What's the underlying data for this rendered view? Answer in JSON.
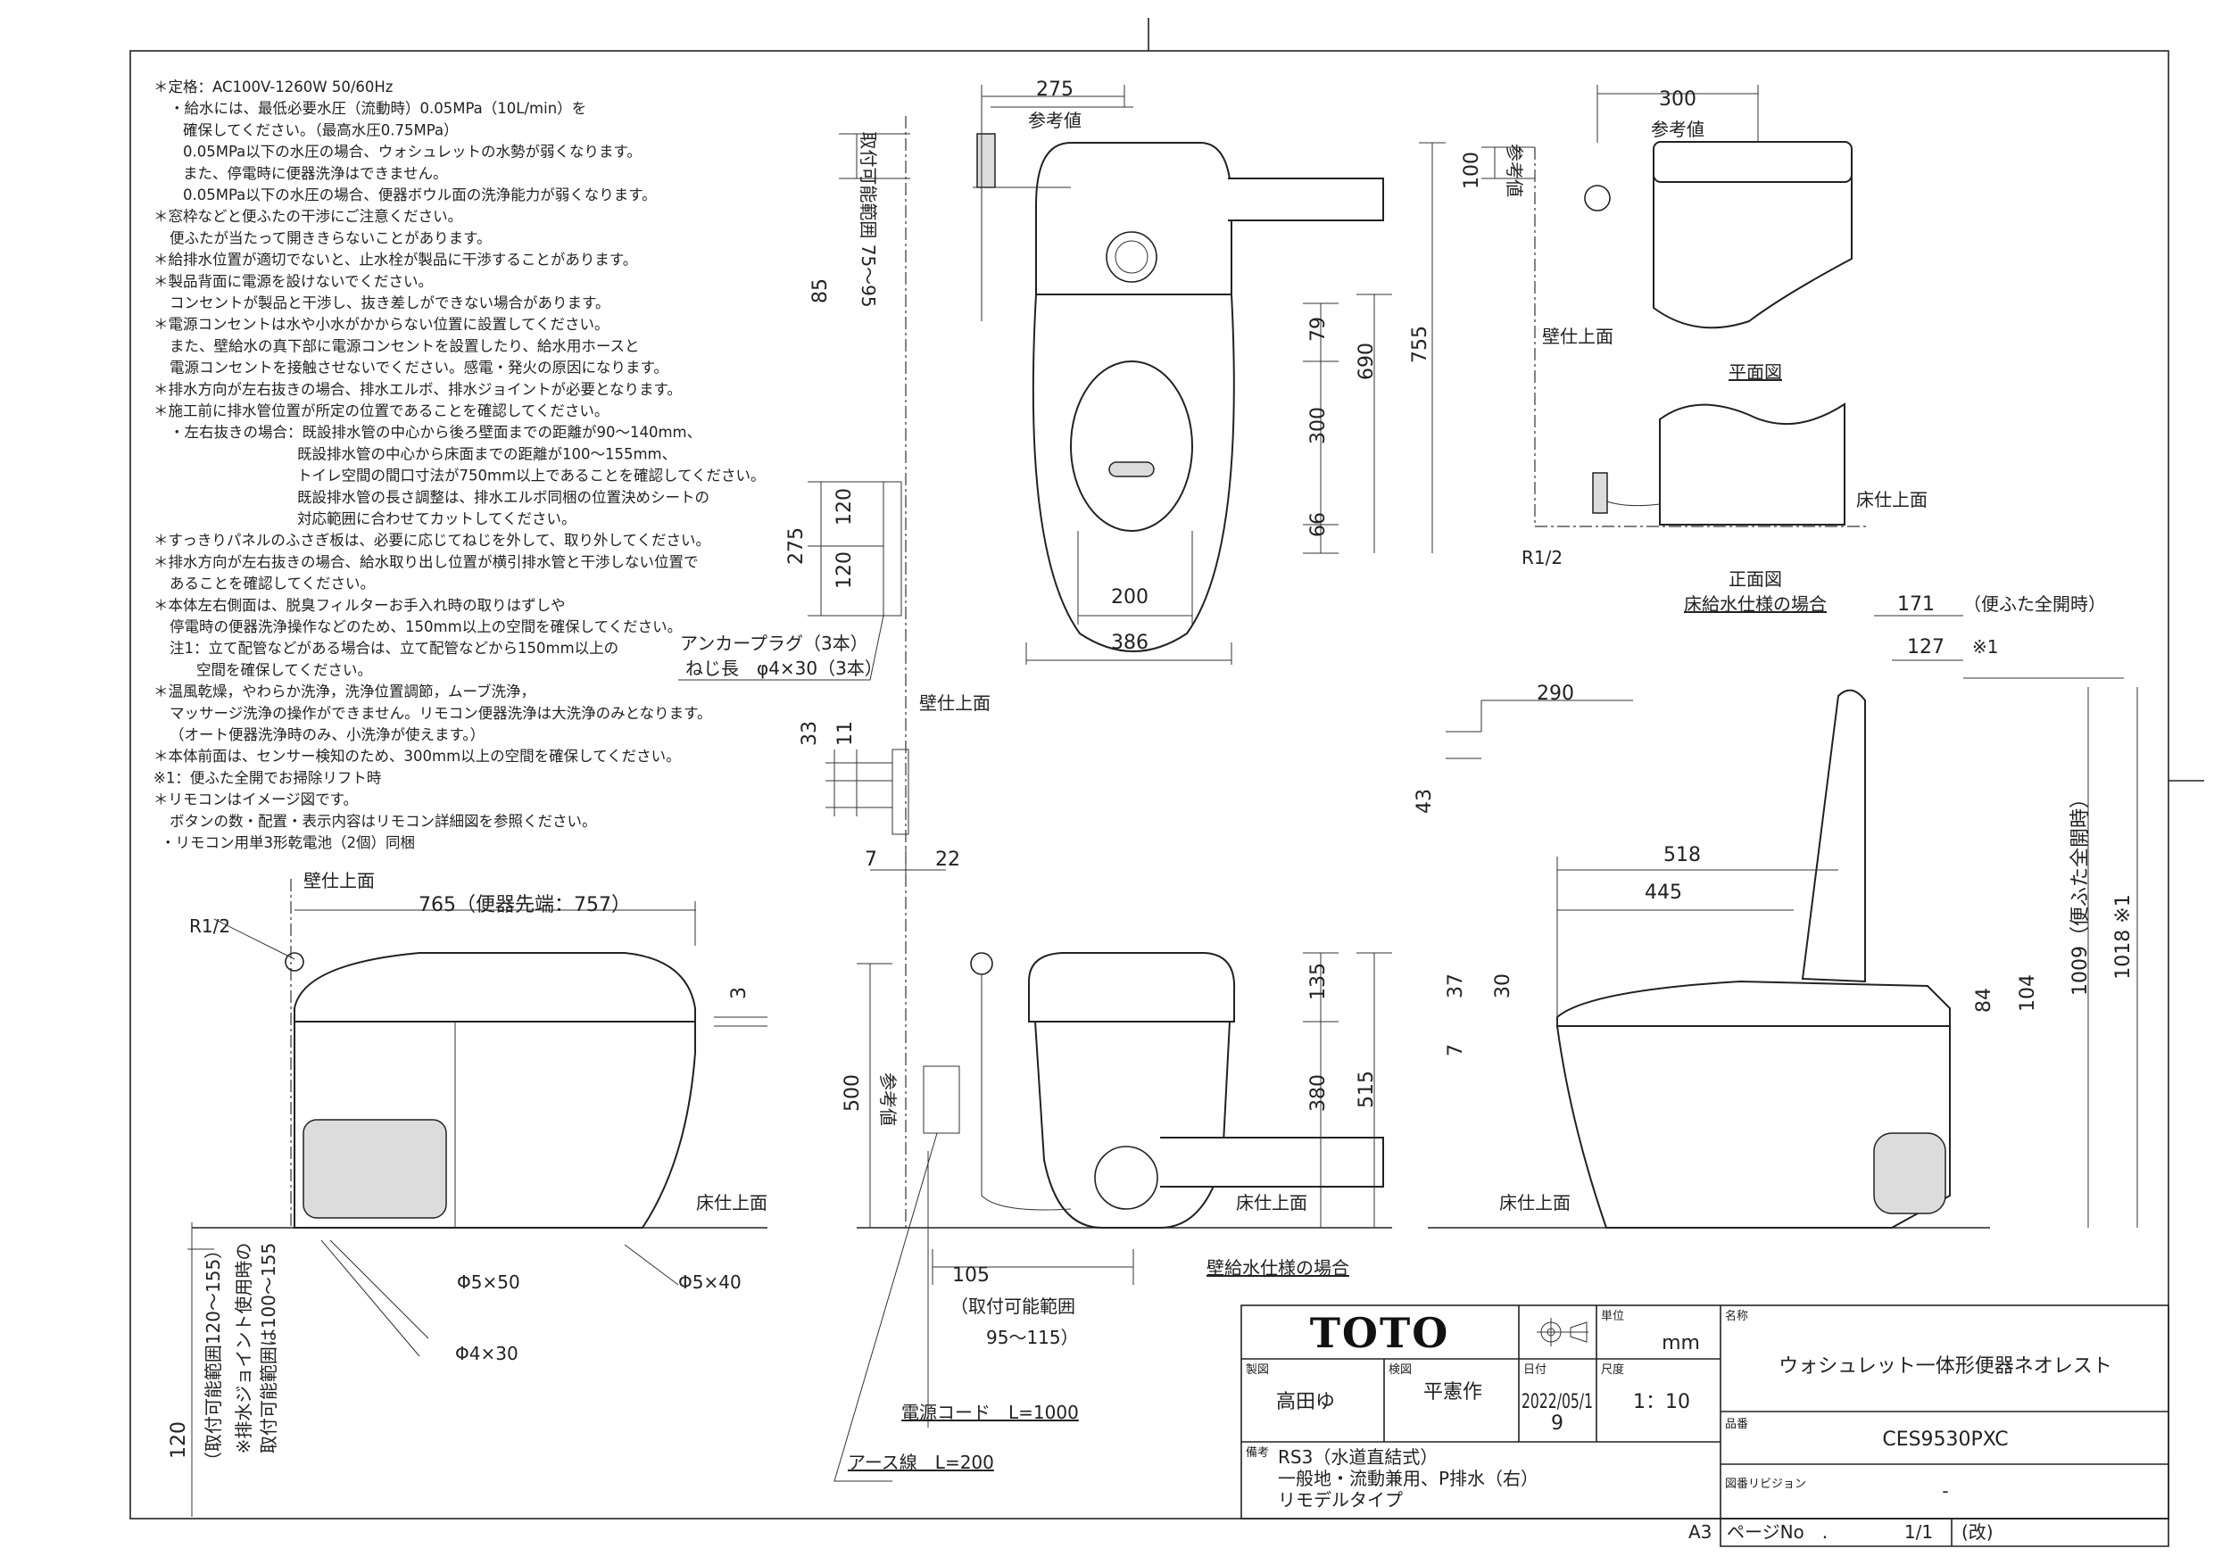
{
  "notes": [
    "＊定格：AC100V-1260W 50/60Hz",
    "・給水には、最低必要水圧（流動時）0.05MPa（10L/min）を",
    "確保してください。（最高水圧0.75MPa）",
    "0.05MPa以下の水圧の場合、ウォシュレットの水勢が弱くなります。",
    "また、停電時に便器洗浄はできません。",
    "0.05MPa以下の水圧の場合、便器ボウル面の洗浄能力が弱くなります。",
    "＊窓枠などと便ふたの干渉にご注意ください。",
    "便ふたが当たって開ききらないことがあります。",
    "＊給排水位置が適切でないと、止水栓が製品に干渉することがあります。",
    "＊製品背面に電源を設けないでください。",
    "コンセントが製品と干渉し、抜き差しができない場合があります。",
    "＊電源コンセントは水や小水がかからない位置に設置してください。",
    "また、壁給水の真下部に電源コンセントを設置したり、給水用ホースと",
    "電源コンセントを接触させないでください。感電・発火の原因になります。",
    "＊排水方向が左右抜きの場合、排水エルボ、排水ジョイントが必要となります。",
    "＊施工前に排水管位置が所定の位置であることを確認してください。",
    "・左右抜きの場合：既設排水管の中心から後ろ壁面までの距離が90～140mm、",
    "既設排水管の中心から床面までの距離が100～155mm、",
    "トイレ空間の間口寸法が750mm以上であることを確認してください。",
    "既設排水管の長さ調整は、排水エルボ同梱の位置決めシートの",
    "対応範囲に合わせてカットしてください。",
    "＊すっきりパネルのふさぎ板は、必要に応じてねじを外して、取り外してください。",
    "＊排水方向が左右抜きの場合、給水取り出し位置が横引排水管と干渉しない位置で",
    "あることを確認してください。",
    "＊本体左右側面は、脱臭フィルターお手入れ時の取りはずしや",
    "停電時の便器洗浄操作などのため、150mm以上の空間を確保してください。",
    "注1：立て配管などがある場合は、立て配管などから150mm以上の",
    "空間を確保してください。",
    "＊温風乾燥，やわらか洗浄，洗浄位置調節，ムーブ洗浄，",
    "マッサージ洗浄の操作ができません。リモコン便器洗浄は大洗浄のみとなります。",
    "（オート便器洗浄時のみ、小洗浄が使えます。）",
    "＊本体前面は、センサー検知のため、300mm以上の空間を確保してください。",
    "※1：便ふた全開でお掃除リフト時",
    "＊リモコンはイメージ図です。",
    "ボタンの数・配置・表示内容はリモコン詳細図を参照ください。",
    "・リモコン用単3形乾電池（2個）同梱"
  ],
  "top_view": {
    "d275": "275",
    "ref": "参考値",
    "range": "取付可能範囲 75～95",
    "d85": "85",
    "d79": "79",
    "d690": "690",
    "d755": "755",
    "d300": "300",
    "d66": "66",
    "d200": "200",
    "d386": "386",
    "d120a": "120",
    "d120b": "120",
    "d275b": "275",
    "anchor": "アンカープラグ（3本）",
    "screw": "ねじ長　φ4×30（3本）",
    "wall": "壁仕上面",
    "d33": "33",
    "d11": "11",
    "d7": "7",
    "d22": "22"
  },
  "plan_view": {
    "d300": "300",
    "ref": "参考値",
    "d100": "100",
    "ref_v": "参考値",
    "wall": "壁仕上面",
    "plan_label": "平面図",
    "floor": "床仕上面",
    "r12": "R1/2",
    "front_label": "正面図",
    "floor_supply": "床給水仕様の場合"
  },
  "right_side_view": {
    "d171": "171",
    "lid_open": "（便ふた全開時）",
    "d127": "127",
    "note1": "※1",
    "d290": "290",
    "d43": "43",
    "d518": "518",
    "d445": "445",
    "d1009": "1009（便ふた全開時）",
    "d1018": "1018 ※1",
    "d84": "84",
    "d104": "104",
    "d37": "37",
    "d30": "30",
    "d7": "7",
    "floor": "床仕上面"
  },
  "front_view": {
    "d135": "135",
    "d515": "515",
    "d380": "380",
    "d500": "500",
    "ref": "参考値",
    "floor": "床仕上面",
    "wall_supply": "壁給水仕様の場合",
    "d105": "105",
    "range1": "（取付可能範囲",
    "range2": "95～115）",
    "power_cord": "電源コード　L=1000",
    "earth": "アース線　L=200"
  },
  "left_side_view": {
    "wall": "壁仕上面",
    "d765": "765（便器先端：757）",
    "r12": "R1/2",
    "d3": "3",
    "floor": "床仕上面",
    "s550": "Φ5×50",
    "s540": "Φ5×40",
    "s430": "Φ4×30",
    "d120": "120",
    "range": "（取付可能範囲120～155）",
    "joint1": "※排水ジョイント使用時の",
    "joint2": "取付可能範囲は100～155"
  },
  "title_block": {
    "logo": "TOTO",
    "unit_label": "単位",
    "unit": "mm",
    "name_label": "名称",
    "name": "ウォシュレット一体形便器ネオレスト",
    "drawn_label": "製図",
    "drawn": "高田ゆ",
    "checked_label": "検図",
    "checked": "平憲作",
    "date_label": "日付",
    "date1": "2022/05/1",
    "date2": "9",
    "scale_label": "尺度",
    "scale": "1：10",
    "part_label": "品番",
    "part": "CES9530PXC",
    "remarks_label": "備考",
    "remarks": [
      "RS3（水道直結式）",
      "一般地・流動兼用、P排水（右）",
      "リモデルタイプ"
    ],
    "revision_label": "図番リビジョン",
    "revision": "-",
    "paper": "A3",
    "page_label": "ページNo　.",
    "page": "1/1",
    "rev_mark": "(改)"
  }
}
